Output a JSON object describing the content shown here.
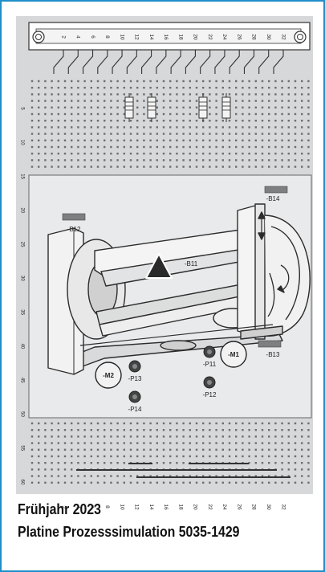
{
  "caption": {
    "line1": "Frühjahr 2023",
    "line2": "Platine Prozesssimulation 5035-1429"
  },
  "connector_pin_numbers": [
    "2",
    "4",
    "6",
    "8",
    "10",
    "12",
    "14",
    "16",
    "18",
    "20",
    "22",
    "24",
    "26",
    "28",
    "30",
    "32"
  ],
  "row_numbers": [
    "5",
    "10",
    "15",
    "20",
    "25",
    "30",
    "35",
    "40",
    "45",
    "50",
    "55",
    "60"
  ],
  "resistors": [
    "R1",
    "R2",
    "R3",
    "R4"
  ],
  "components": {
    "sensor_B11": "-B11",
    "sensor_B12": "-B12",
    "sensor_B13": "-B13",
    "sensor_B14": "-B14",
    "motor_M1": "-M1",
    "motor_M2": "-M2",
    "lamp_P11": "-P11",
    "lamp_P12": "-P12",
    "lamp_P13": "-P13",
    "lamp_P14": "-P14"
  },
  "colors": {
    "frame": "#1f8ec9",
    "board": "#d6d8d9",
    "print_area": "#e9eaeb",
    "hole": "#6c6e70",
    "line": "#333333"
  }
}
